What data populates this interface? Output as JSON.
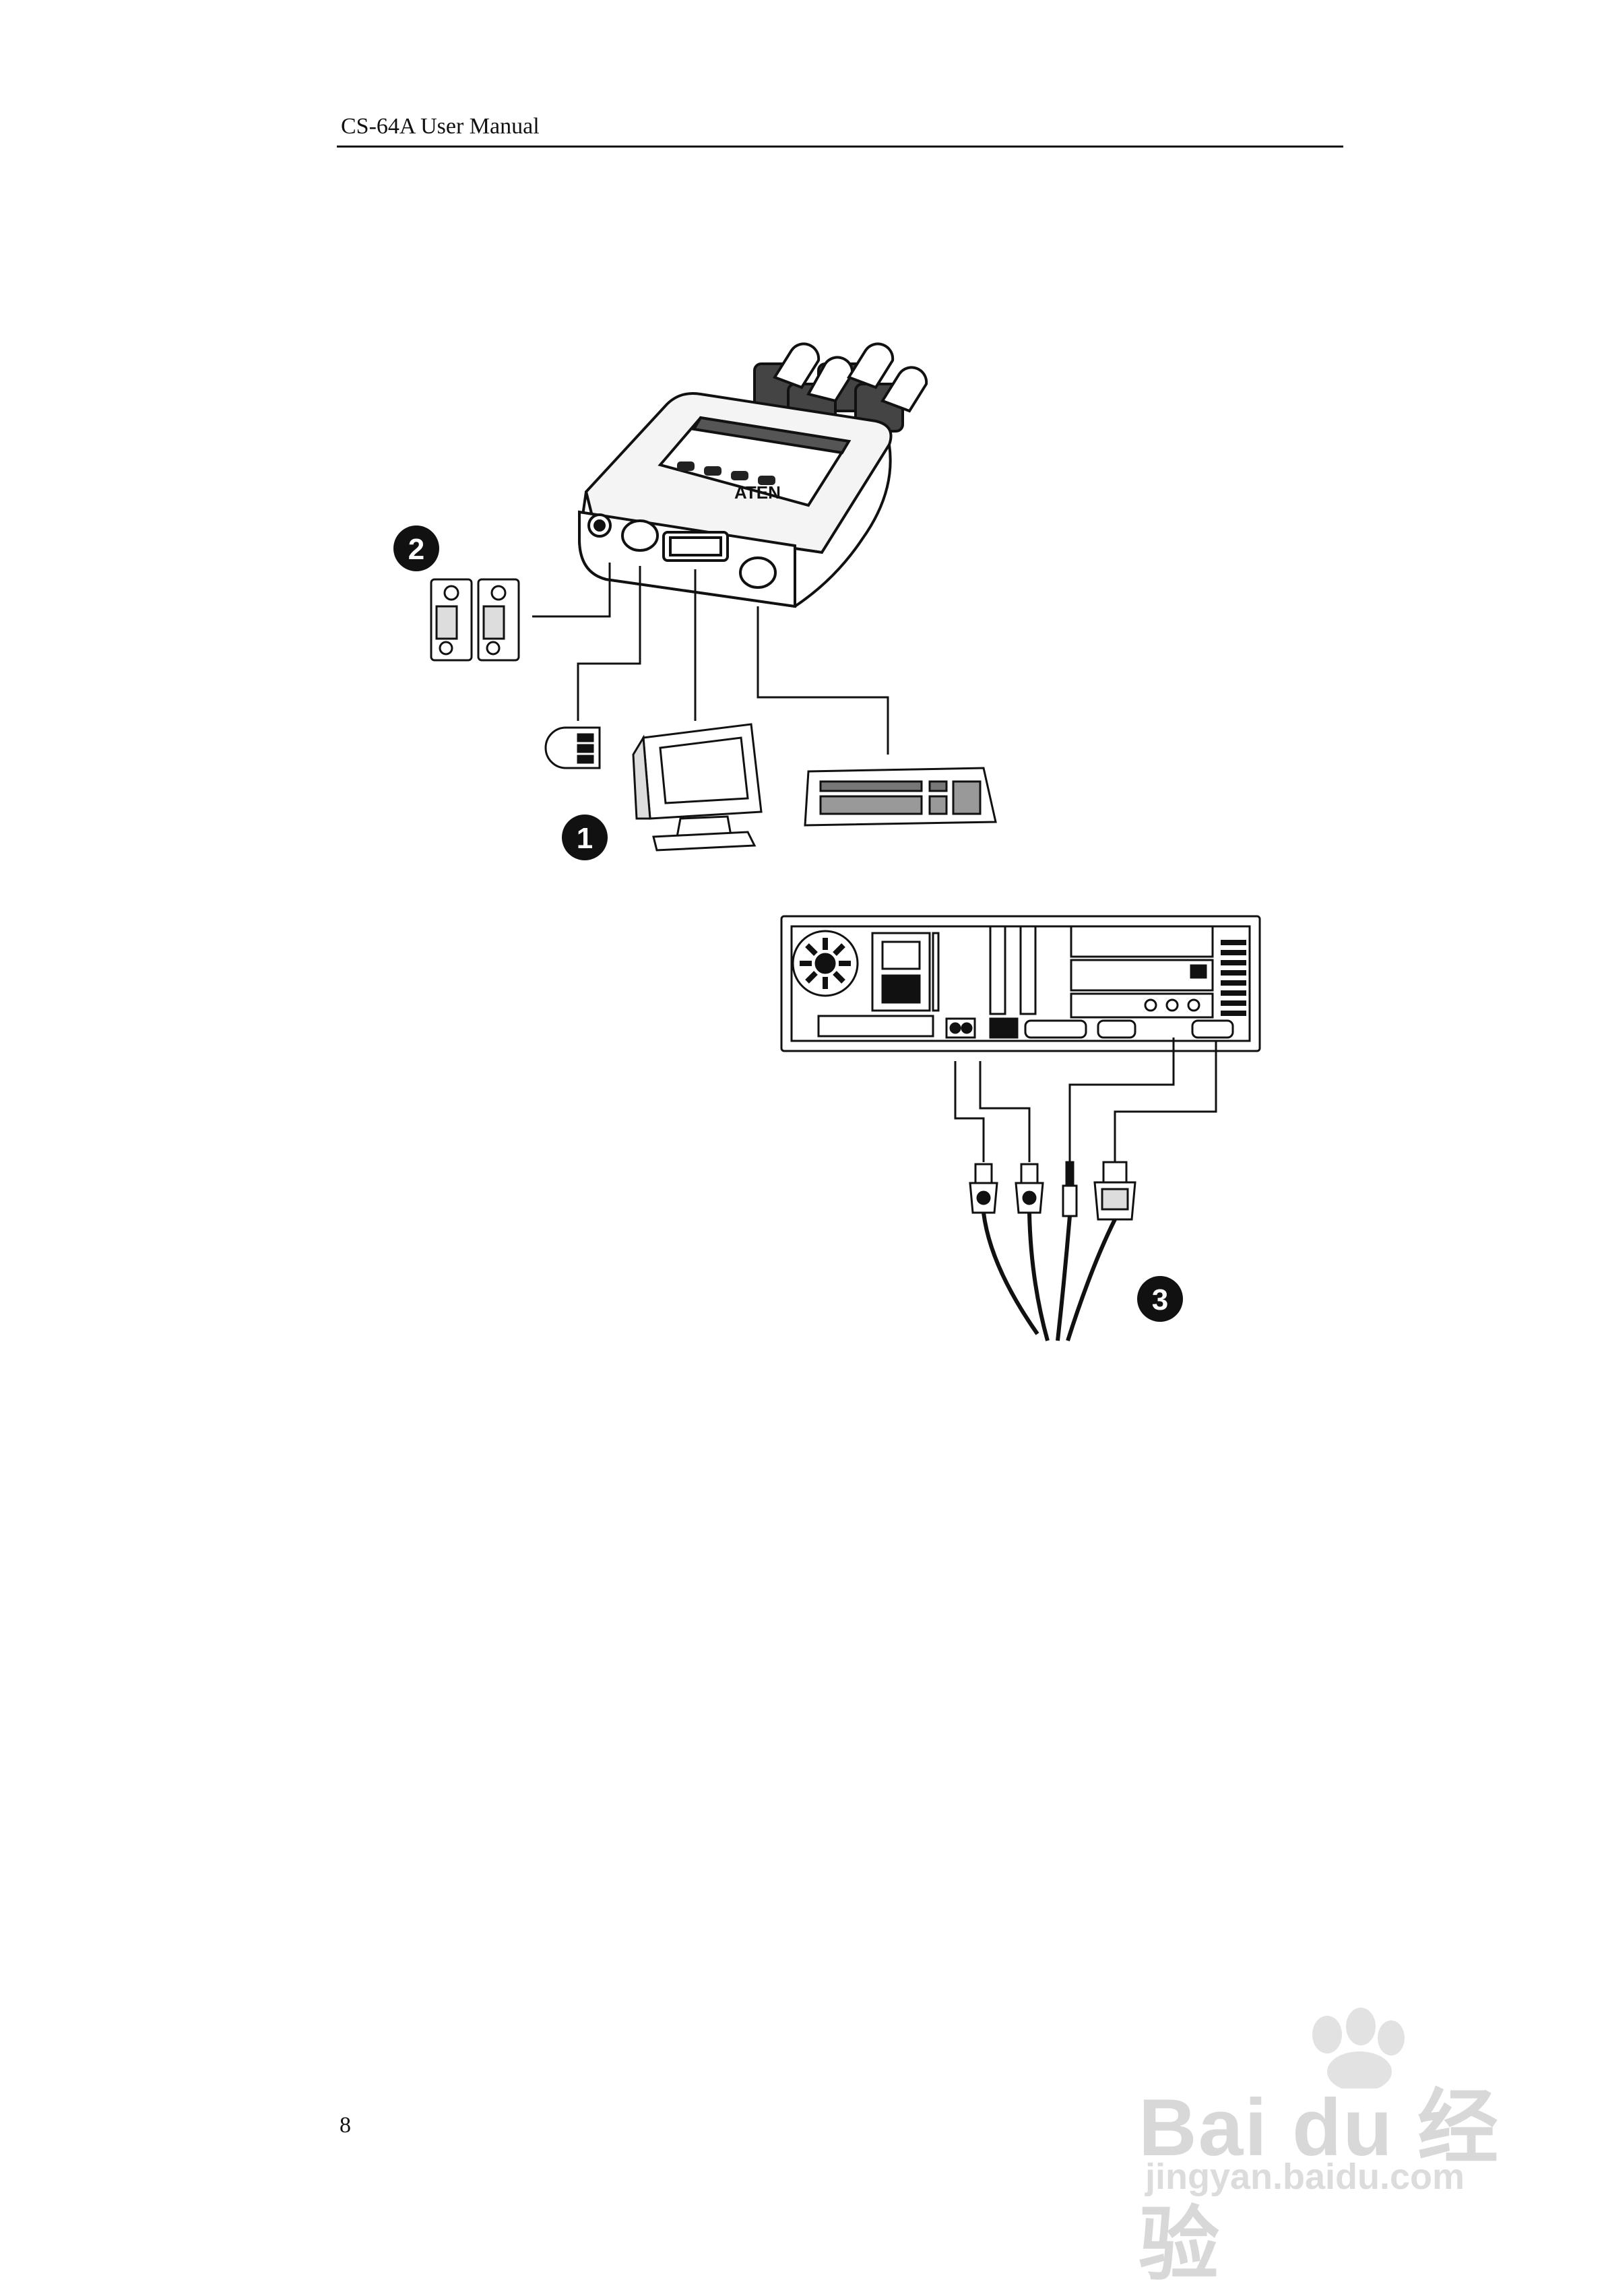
{
  "header": {
    "title": "CS-64A User Manual"
  },
  "diagram": {
    "badges": [
      "1",
      "2",
      "3"
    ],
    "switch_logo": "ATEN",
    "devices": [
      "speakers-icon",
      "mouse-icon",
      "monitor-icon",
      "keyboard-icon",
      "computer-rear-panel-icon",
      "cable-connectors-icon"
    ]
  },
  "footer": {
    "page_number": "8"
  },
  "watermark": {
    "brand": "Bai du 经验",
    "domain": "jingyan.baidu.com"
  }
}
